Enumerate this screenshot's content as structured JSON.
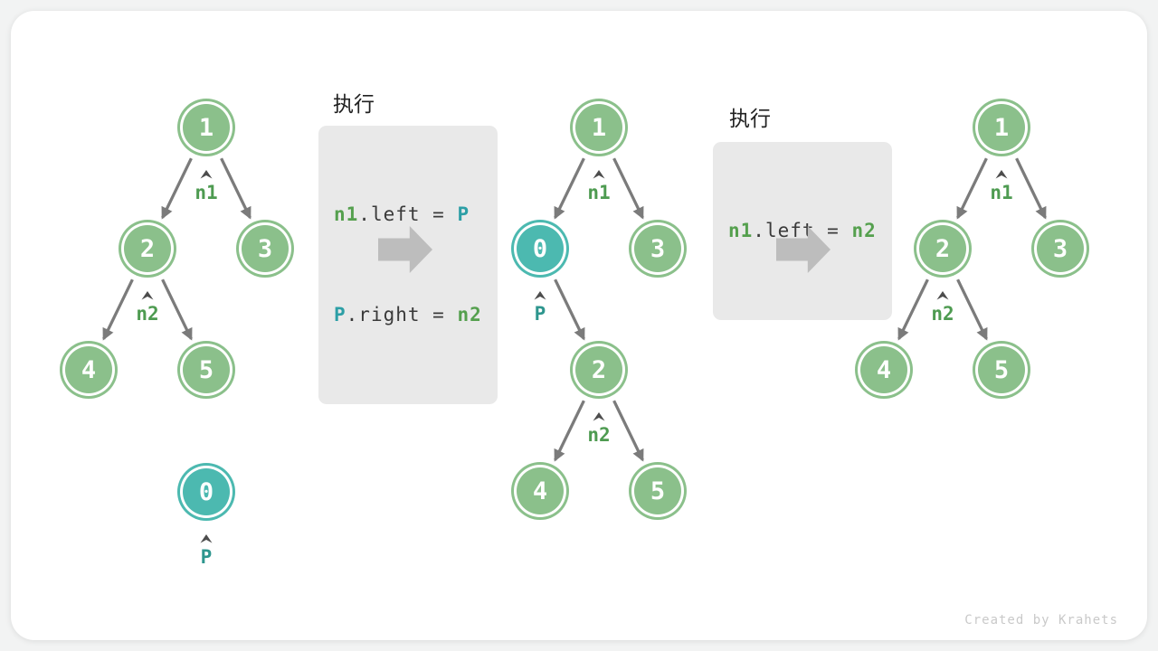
{
  "step1": {
    "heading": "执行",
    "code": {
      "line1": {
        "t1": "n1",
        "t2": ".left = ",
        "t3": "P"
      },
      "line2": {
        "t1": "P",
        "t2": ".right = ",
        "t3": "n2"
      }
    }
  },
  "step2": {
    "heading": "执行",
    "code": {
      "line1": {
        "t1": "n1",
        "t2": ".left = ",
        "t3": "n2"
      }
    }
  },
  "tree1": {
    "nodes": {
      "v1": "1",
      "v2": "2",
      "v3": "3",
      "v4": "4",
      "v5": "5",
      "v0": "0"
    },
    "labels": {
      "n1": "n1",
      "n2": "n2",
      "p": "P"
    }
  },
  "tree2": {
    "nodes": {
      "v1": "1",
      "v0": "0",
      "v3": "3",
      "v2": "2",
      "v4": "4",
      "v5": "5"
    },
    "labels": {
      "n1": "n1",
      "p": "P",
      "n2": "n2"
    }
  },
  "tree3": {
    "nodes": {
      "v1": "1",
      "v2": "2",
      "v3": "3",
      "v4": "4",
      "v5": "5"
    },
    "labels": {
      "n1": "n1",
      "n2": "n2"
    }
  },
  "watermark": "Created by Krahets",
  "colors": {
    "node_green": "#8BC08B",
    "node_teal": "#4CB9B0",
    "pointer_label_green": "#4E9B51",
    "pointer_label_teal": "#2E968E",
    "code_green": "#55A04E",
    "code_teal": "#2D9FA6",
    "code_background": "#E9E9E9",
    "edge_gray": "#7B7B7B",
    "block_arrow_gray": "#BDBDBD",
    "card_background": "#FFFFFF",
    "page_background": "#F2F3F3"
  }
}
